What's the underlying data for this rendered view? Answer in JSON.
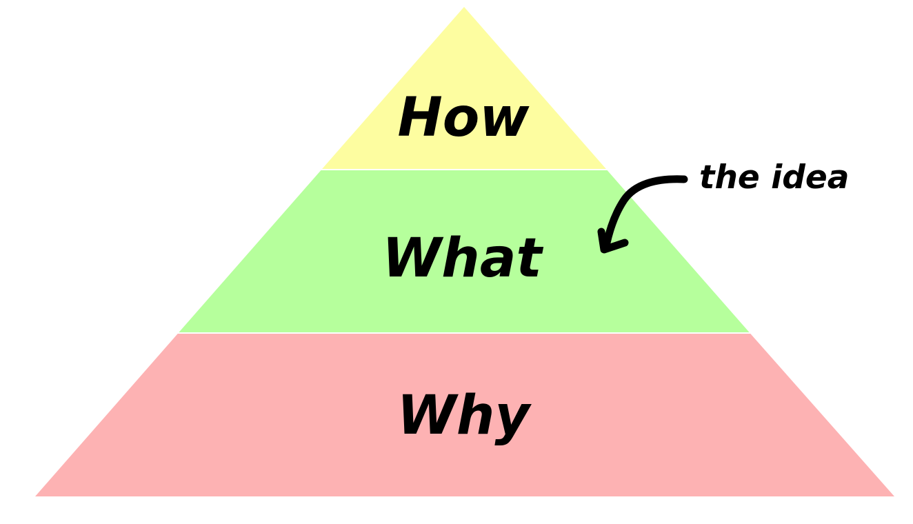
{
  "diagram": {
    "type": "pyramid",
    "layers": [
      {
        "label": "How",
        "color": "#fdfda0",
        "position": "top"
      },
      {
        "label": "What",
        "color": "#b6ff9c",
        "position": "middle"
      },
      {
        "label": "Why",
        "color": "#fdb2b3",
        "position": "bottom"
      }
    ],
    "annotation": {
      "text": "the idea",
      "points_to": "What",
      "arrow_color": "#000000"
    }
  }
}
